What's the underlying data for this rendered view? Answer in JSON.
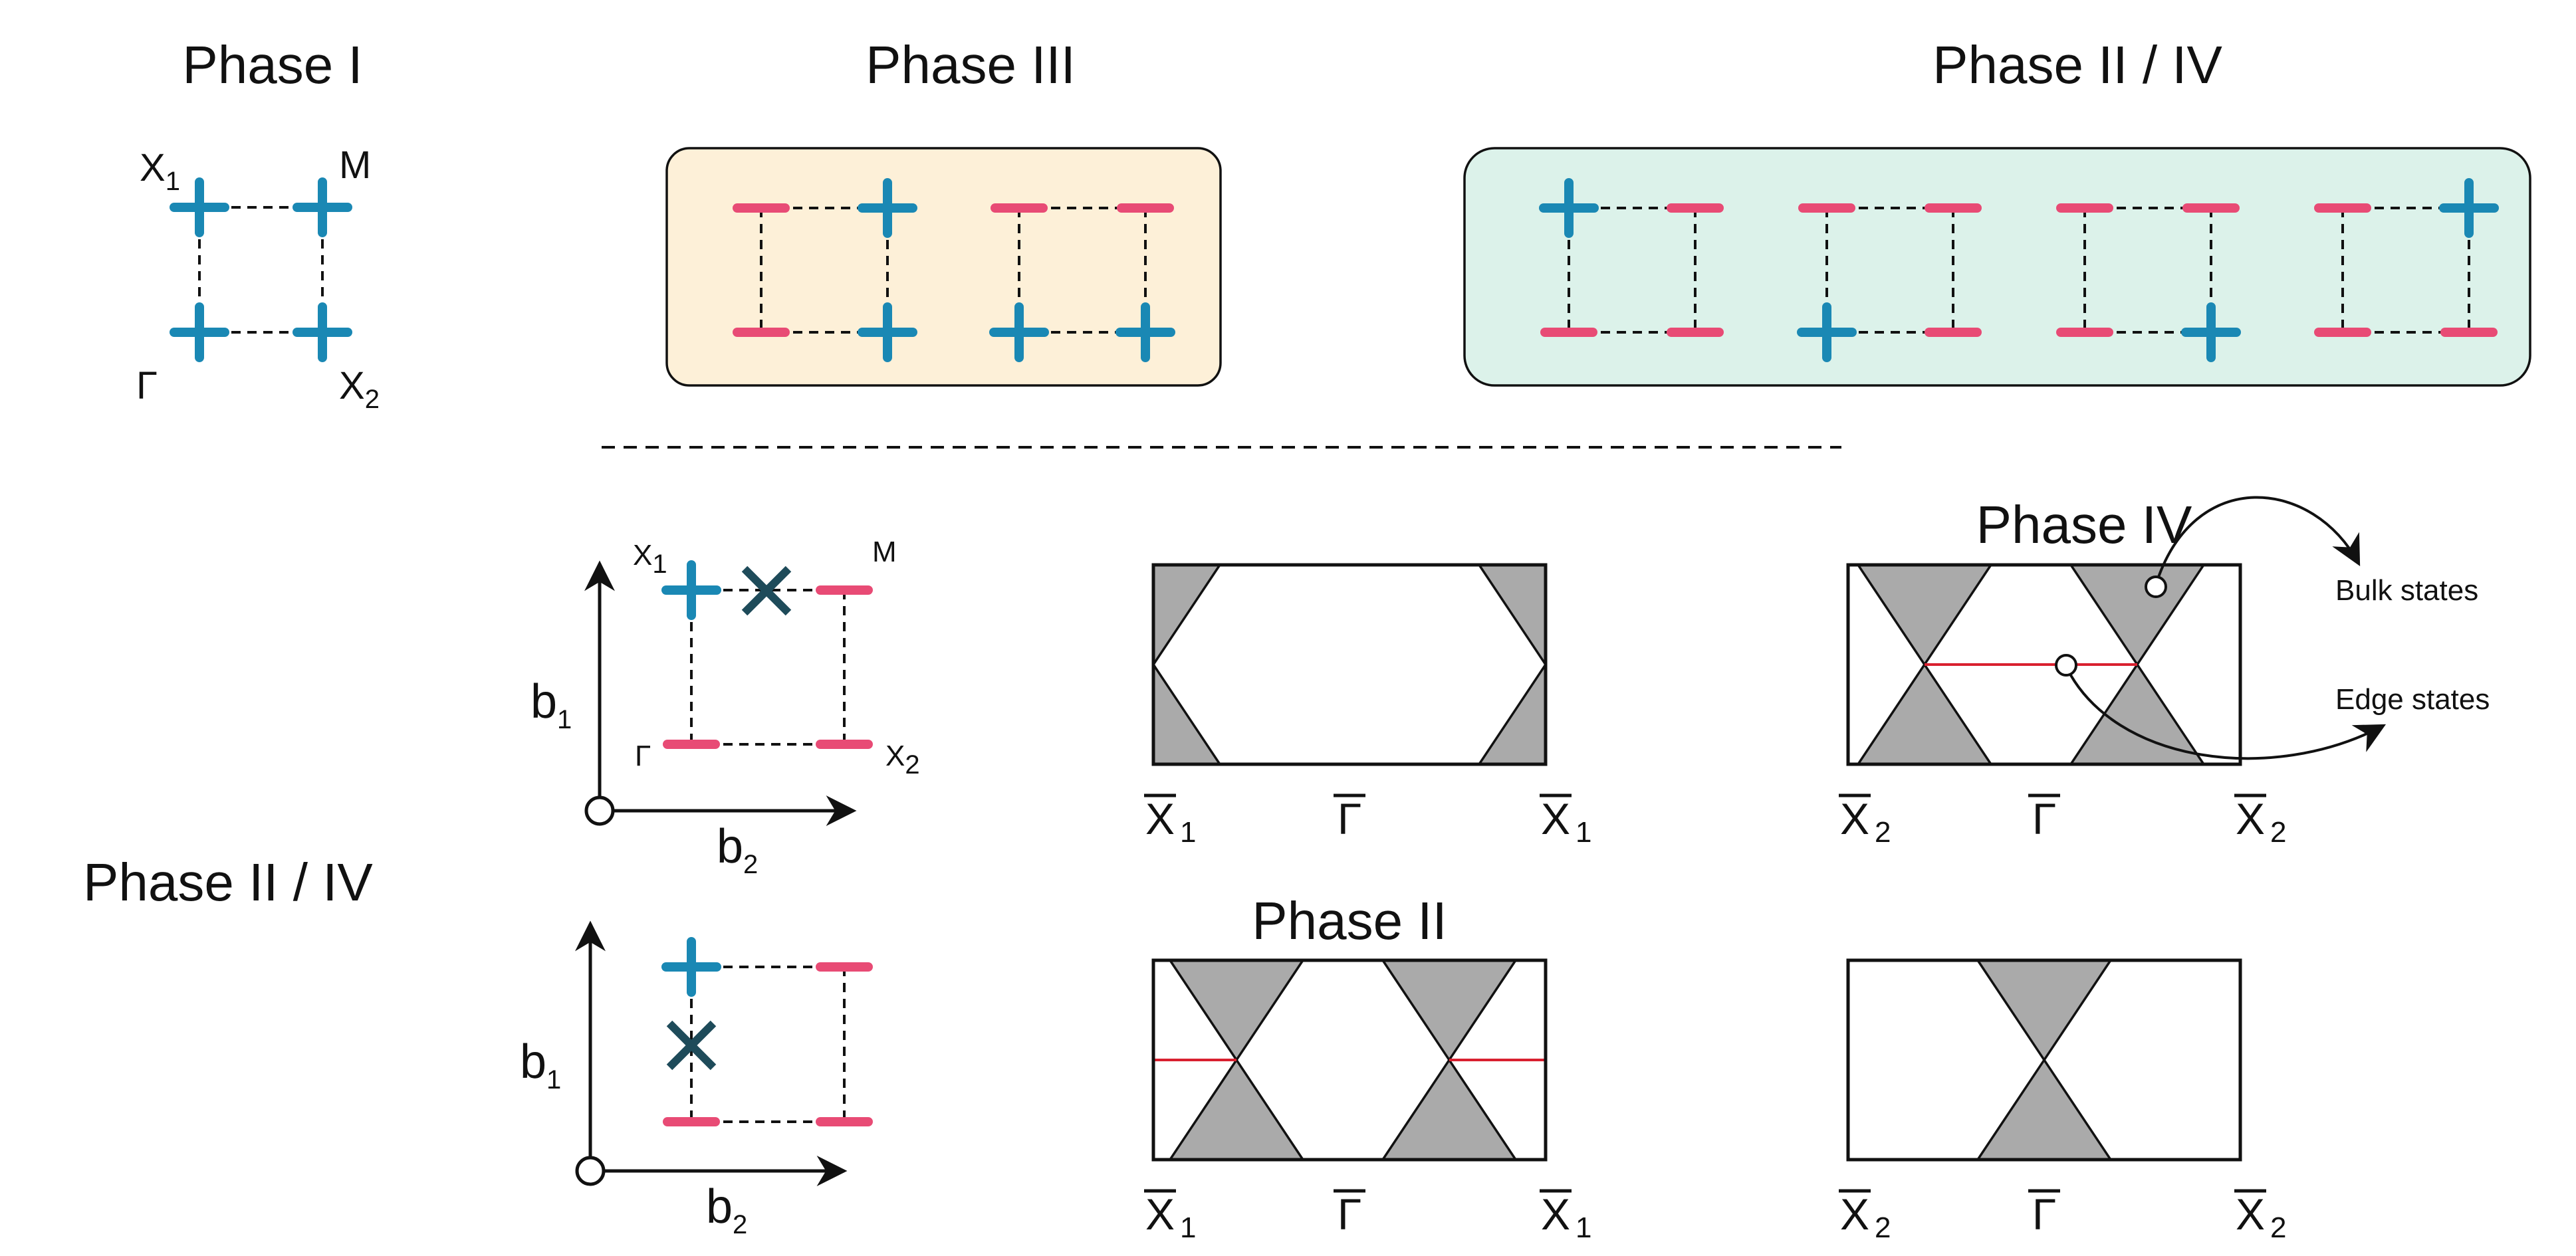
{
  "colors": {
    "plus": "#1a88b4",
    "minus": "#e84b75",
    "cross": "#1e4b5a",
    "phase3_panel": "#fdf0d8",
    "phase24_panel": "#dcf2ea",
    "gap_fill": "#aaaaaa",
    "edge_line": "#d9202f"
  },
  "icons": {
    "plus": "plus-sign-icon",
    "minus": "minus-sign-icon",
    "cross": "cross-mark-icon",
    "circle": "open-circle-icon",
    "arrow": "arrow-icon"
  },
  "titles": {
    "phase1": "Phase I",
    "phase3": "Phase III",
    "phase24_top": "Phase II / IV",
    "phase24_left": "Phase II / IV",
    "phase4": "Phase IV",
    "phase2": "Phase II"
  },
  "corner_labels": {
    "x1": "X",
    "m": "M",
    "gamma": "Γ",
    "x2": "X"
  },
  "subscripts": {
    "one": "1",
    "two": "2"
  },
  "axes": {
    "b": "b"
  },
  "kpoints": {
    "xbar": "X",
    "gbar": "Γ"
  },
  "annotations": {
    "bulk": "Bulk states",
    "edge": "Edge states"
  },
  "phase1_signs": [
    "+",
    "+",
    "+",
    "+"
  ],
  "phase3_cells": [
    {
      "tl": "-",
      "tr": "+",
      "bl": "-",
      "br": "+"
    },
    {
      "tl": "-",
      "tr": "-",
      "bl": "+",
      "br": "+"
    }
  ],
  "phase24_cells": [
    {
      "tl": "+",
      "tr": "-",
      "bl": "-",
      "br": "-"
    },
    {
      "tl": "-",
      "tr": "-",
      "bl": "+",
      "br": "-"
    },
    {
      "tl": "-",
      "tr": "-",
      "bl": "-",
      "br": "+"
    },
    {
      "tl": "-",
      "tr": "+",
      "bl": "-",
      "br": "-"
    }
  ]
}
